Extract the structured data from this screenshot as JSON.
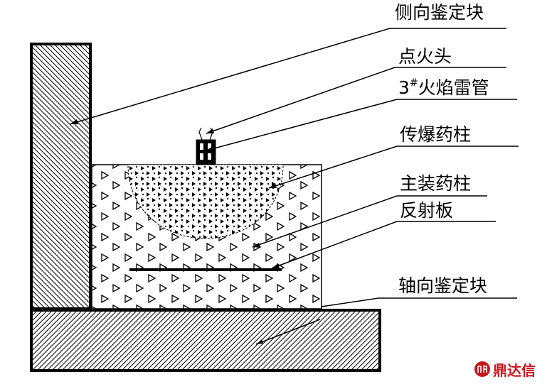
{
  "labels": {
    "side_block": "侧向鉴定块",
    "igniter": "点火头",
    "detonator_number": "3",
    "detonator_mark": "#",
    "detonator_name": "火焰雷管",
    "booster": "传爆药柱",
    "main_charge": "主装药柱",
    "reflector": "反射板",
    "axial_block": "轴向鉴定块"
  },
  "watermark": {
    "text": "鼎达信",
    "logo": "seal-logo-icon"
  },
  "colors": {
    "line": "#000000",
    "brand": "#c8161d"
  }
}
